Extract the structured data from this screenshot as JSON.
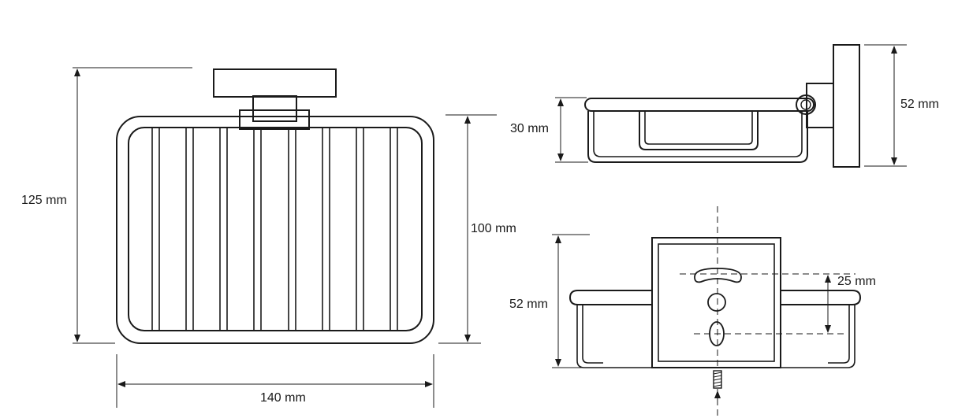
{
  "dimensions": {
    "front_height": "125 mm",
    "front_basket_height": "100 mm",
    "front_width": "140 mm",
    "side_basket_depth": "30 mm",
    "side_plate_height": "52 mm",
    "back_plate_height": "52 mm",
    "back_hole_spacing": "25 mm"
  },
  "colors": {
    "line": "#1a1a1a",
    "background": "#ffffff"
  }
}
